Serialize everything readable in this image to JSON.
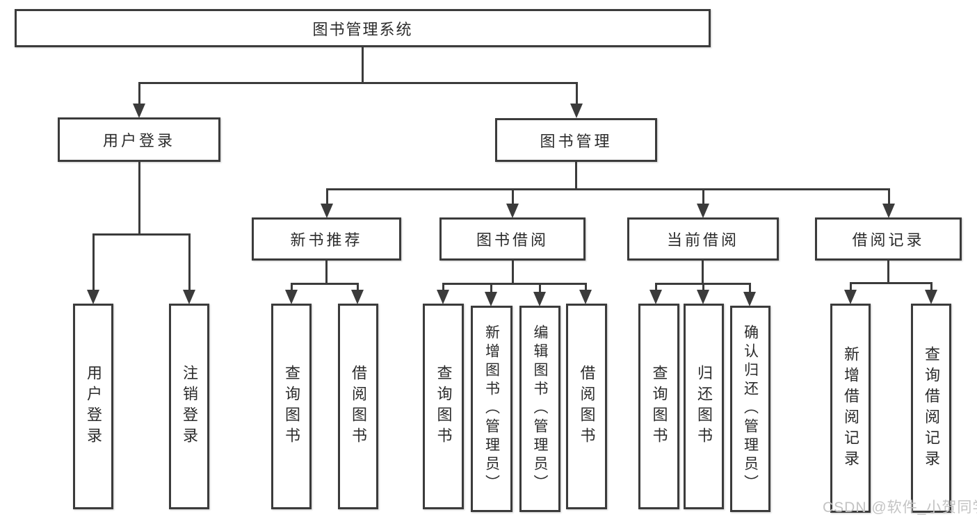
{
  "diagram": {
    "root": {
      "label": "图书管理系统"
    },
    "branches": [
      {
        "label": "用户登录",
        "children": [
          {
            "label": "用户登录"
          },
          {
            "label": "注销登录"
          }
        ]
      },
      {
        "label": "图书管理",
        "children": [
          {
            "label": "新书推荐",
            "children": [
              {
                "label": "查询图书"
              },
              {
                "label": "借阅图书"
              }
            ]
          },
          {
            "label": "图书借阅",
            "children": [
              {
                "label": "查询图书"
              },
              {
                "label": "新增图书（管理员）"
              },
              {
                "label": "编辑图书（管理员）"
              },
              {
                "label": "借阅图书"
              }
            ]
          },
          {
            "label": "当前借阅",
            "children": [
              {
                "label": "查询图书"
              },
              {
                "label": "归还图书"
              },
              {
                "label": "确认归还（管理员）"
              }
            ]
          },
          {
            "label": "借阅记录",
            "children": [
              {
                "label": "新增借阅记录"
              },
              {
                "label": "查询借阅记录"
              }
            ]
          }
        ]
      }
    ]
  },
  "watermark": "CSDN @软件_小贺同学",
  "colors": {
    "line": "#3b3b3b",
    "text": "#2b2b2b",
    "watermark": "#c3c3c3",
    "background": "#ffffff"
  }
}
